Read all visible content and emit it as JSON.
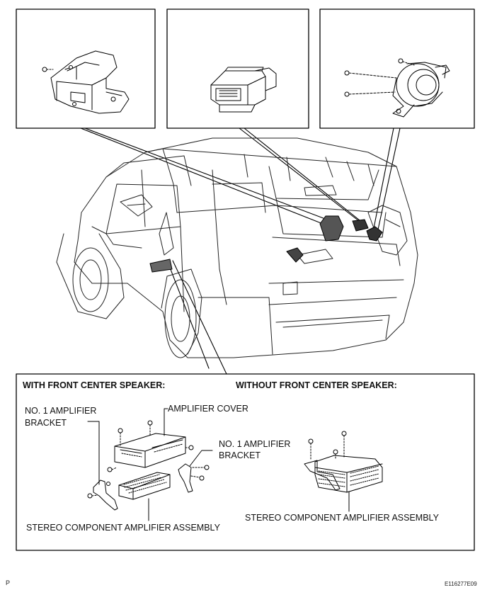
{
  "headers": {
    "with_center": "WITH FRONT CENTER SPEAKER:",
    "without_center": "WITHOUT FRONT CENTER SPEAKER:"
  },
  "labels": {
    "bracket_left_1": "NO. 1 AMPLIFIER",
    "bracket_left_2": "BRACKET",
    "amp_cover": "AMPLIFIER COVER",
    "bracket_right_1": "NO. 1 AMPLIFIER",
    "bracket_right_2": "BRACKET",
    "stereo_left": "STEREO COMPONENT AMPLIFIER ASSEMBLY",
    "stereo_right": "STEREO COMPONENT AMPLIFIER ASSEMBLY"
  },
  "footer": {
    "left": "P",
    "right": "E116277E09"
  }
}
